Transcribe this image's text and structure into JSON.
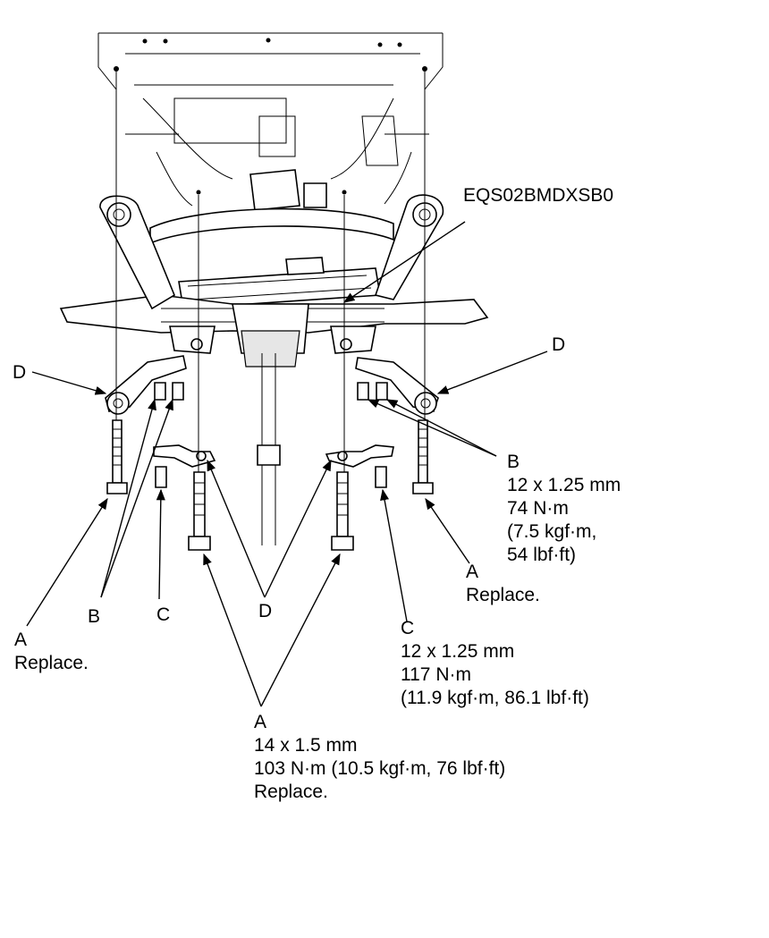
{
  "diagram_code": "EQS02BMDXSB0",
  "callouts": {
    "d_left": "D",
    "d_right": "D",
    "d_center": "D",
    "b_left": "B",
    "c_left": "C",
    "a_left": {
      "letter": "A",
      "note": "Replace."
    },
    "a_right": {
      "letter": "A",
      "note": "Replace."
    },
    "b_right": {
      "letter": "B",
      "size": "12 x 1.25 mm",
      "torque": "74 N·m",
      "torque_alt1": "(7.5 kgf·m,",
      "torque_alt2": "54 lbf·ft)"
    },
    "c_right": {
      "letter": "C",
      "size": "12 x 1.25 mm",
      "torque": "117 N·m",
      "torque_alt": "(11.9 kgf·m, 86.1 lbf·ft)"
    },
    "a_center": {
      "letter": "A",
      "size": "14 x 1.5 mm",
      "torque": "103 N·m (10.5 kgf·m, 76 lbf·ft)",
      "note": "Replace."
    }
  }
}
